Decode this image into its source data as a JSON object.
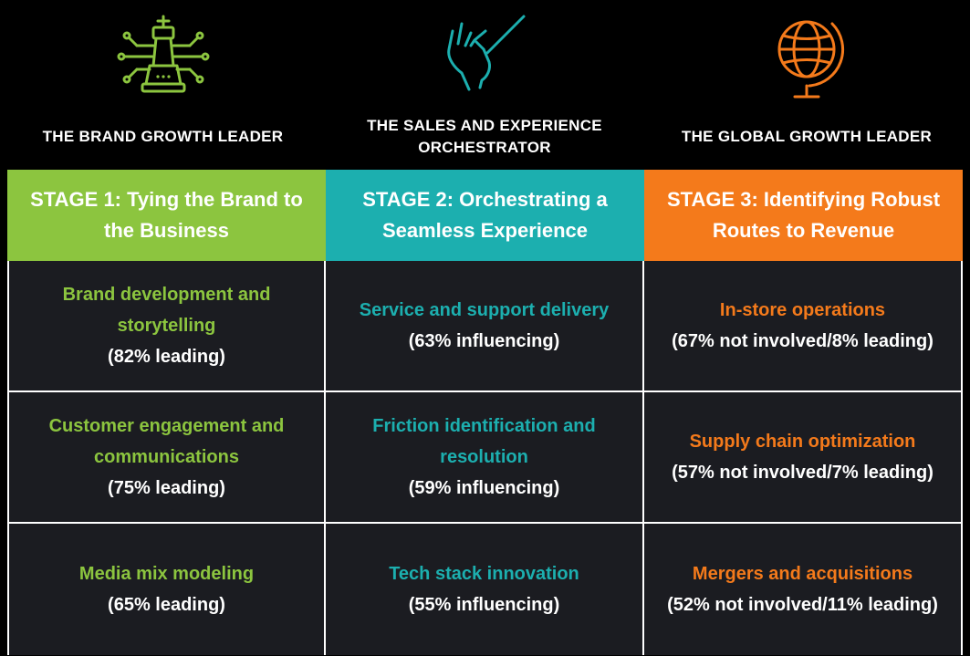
{
  "colors": {
    "stage1": "#8cc53f",
    "stage2": "#1cafaf",
    "stage3": "#f47a1b",
    "background": "#000000",
    "cell_background": "#1b1c21"
  },
  "leaders": [
    {
      "icon": "chess-king-circuit-icon",
      "title": "THE BRAND GROWTH LEADER"
    },
    {
      "icon": "hand-pointer-icon",
      "title": "THE SALES AND EXPERIENCE ORCHESTRATOR"
    },
    {
      "icon": "globe-icon",
      "title": "THE GLOBAL GROWTH LEADER"
    }
  ],
  "stages": [
    {
      "label": "STAGE 1: Tying the Brand to the Business"
    },
    {
      "label": "STAGE 2: Orchestrating a Seamless Experience"
    },
    {
      "label": "STAGE 3: Identifying Robust Routes to Revenue"
    }
  ],
  "rows": [
    [
      {
        "topic": "Brand development and storytelling",
        "stat": "(82% leading)"
      },
      {
        "topic": "Service and support delivery",
        "stat": "(63% influencing)"
      },
      {
        "topic": "In-store operations",
        "stat": "(67% not involved/8% leading)"
      }
    ],
    [
      {
        "topic": "Customer engagement and communications",
        "stat": "(75% leading)"
      },
      {
        "topic": "Friction identification and resolution",
        "stat": "(59% influencing)"
      },
      {
        "topic": "Supply chain optimization",
        "stat": "(57% not involved/7% leading)"
      }
    ],
    [
      {
        "topic": "Media mix modeling",
        "stat": "(65% leading)"
      },
      {
        "topic": "Tech stack innovation",
        "stat": "(55% influencing)"
      },
      {
        "topic": "Mergers and acquisitions",
        "stat": "(52% not involved/11% leading)"
      }
    ]
  ]
}
